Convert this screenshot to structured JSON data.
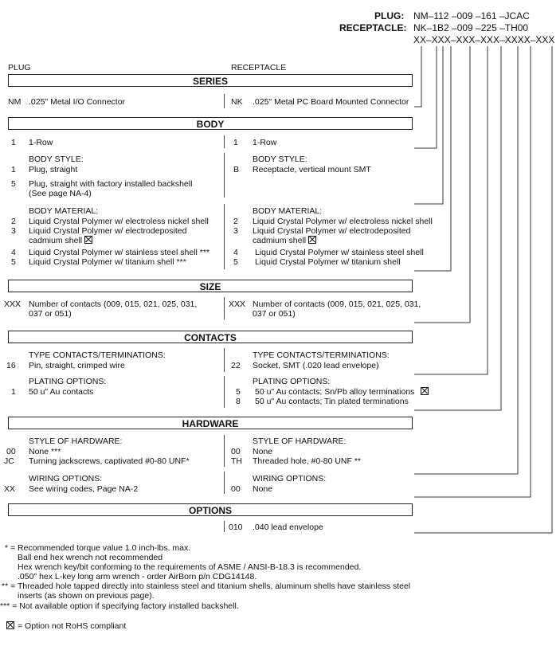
{
  "part_numbers": {
    "plug_label": "PLUG:",
    "plug_value": "NM–112 –009 –161 –JCAC",
    "receptacle_label": "RECEPTACLE:",
    "receptacle_value": "NK–1B2 –009 –225 –TH00",
    "template": "XX–XXX–XXX–XXX–XXXX–XXX"
  },
  "columns": {
    "plug": "PLUG",
    "receptacle": "RECEPTACLE"
  },
  "series": {
    "title": "SERIES",
    "plug_code": "NM",
    "plug_desc": ".025\" Metal I/O Connector",
    "rec_code": "NK",
    "rec_desc": ".025\" Metal PC Board Mounted Connector"
  },
  "body": {
    "title": "BODY",
    "rows": {
      "plug_code": "1",
      "plug_desc": "1-Row",
      "rec_code": "1",
      "rec_desc": "1-Row"
    },
    "style_heading": "BODY STYLE:",
    "plug_styles": [
      {
        "code": "1",
        "desc": "Plug, straight"
      },
      {
        "code": "5",
        "desc": "Plug, straight with factory installed backshell",
        "desc2": "(See page NA-4)"
      }
    ],
    "rec_styles": [
      {
        "code": "B",
        "desc": "Receptacle, vertical mount SMT"
      }
    ],
    "material_heading": "BODY MATERIAL:",
    "plug_materials": [
      {
        "code": "2",
        "desc": "Liquid Crystal Polymer w/ electroless nickel shell"
      },
      {
        "code": "3",
        "desc": "Liquid Crystal Polymer w/ electrodeposited",
        "desc2": "cadmium shell"
      },
      {
        "code": "4",
        "desc": "Liquid Crystal Polymer w/ stainless steel shell ***"
      },
      {
        "code": "5",
        "desc": "Liquid Crystal Polymer w/ titanium shell ***"
      }
    ],
    "rec_materials": [
      {
        "code": "2",
        "desc": "Liquid Crystal Polymer w/ electroless nickel shell"
      },
      {
        "code": "3",
        "desc": "Liquid Crystal Polymer w/ electrodeposited",
        "desc2": "cadmium shell"
      },
      {
        "code": "4",
        "desc": "Liquid Crystal Polymer w/ stainless steel shell"
      },
      {
        "code": "5",
        "desc": "Liquid Crystal Polymer w/ titanium shell"
      }
    ]
  },
  "size": {
    "title": "SIZE",
    "plug_code": "XXX",
    "plug_desc": "Number of contacts (009, 015, 021, 025, 031,",
    "plug_desc2": "037 or 051)",
    "rec_code": "XXX",
    "rec_desc": "Number of contacts (009, 015, 021, 025, 031,",
    "rec_desc2": "037 or 051)"
  },
  "contacts": {
    "title": "CONTACTS",
    "type_heading": "TYPE CONTACTS/TERMINATIONS:",
    "plug_type_code": "16",
    "plug_type_desc": "Pin, straight, crimped wire",
    "rec_type_code": "22",
    "rec_type_desc": "Socket, SMT (.020 lead envelope)",
    "plating_heading": "PLATING OPTIONS:",
    "plug_plating": [
      {
        "code": "1",
        "desc": "50 u\" Au contacts"
      }
    ],
    "rec_plating": [
      {
        "code": "5",
        "desc": "50 u\" Au contacts; Sn/Pb alloy terminations"
      },
      {
        "code": "8",
        "desc": "50 u\" Au contacts; Tin plated terminations"
      }
    ]
  },
  "hardware": {
    "title": "HARDWARE",
    "style_heading": "STYLE OF HARDWARE:",
    "plug_styles": [
      {
        "code": "00",
        "desc": "None ***"
      },
      {
        "code": "JC",
        "desc": "Turning jackscrews, captivated #0-80 UNF*"
      }
    ],
    "rec_styles": [
      {
        "code": "00",
        "desc": "None"
      },
      {
        "code": "TH",
        "desc": "Threaded hole, #0-80 UNF  **"
      }
    ],
    "wiring_heading": "WIRING OPTIONS:",
    "plug_wiring": {
      "code": "XX",
      "desc": "See wiring codes, Page NA-2"
    },
    "rec_wiring": {
      "code": "00",
      "desc": "None"
    }
  },
  "options": {
    "title": "OPTIONS",
    "rec_code": "010",
    "rec_desc": ".040 lead envelope"
  },
  "footnotes": {
    "f1": "* = Recommended torque value 1.0 inch-lbs. max.",
    "f1b": "Ball end hex wrench not recommended",
    "f1c": "Hex wrench key/bit conforming to the requirements of ASME / ANSI-B-18.3 is recommended.",
    "f1d": ".050\" hex L-key long arm wrench - order AirBorn p/n CDG14148.",
    "f2": "** = Threaded hole tapped directly into stainless steel and titanium shells, aluminum shells have stainless steel",
    "f2b": "inserts (as shown on previous page).",
    "f3": "*** = Not available option if specifying factory installed backshell.",
    "rohs": "= Option not RoHS compliant"
  },
  "icons": {
    "non_rohs": "crossed-box-icon"
  }
}
